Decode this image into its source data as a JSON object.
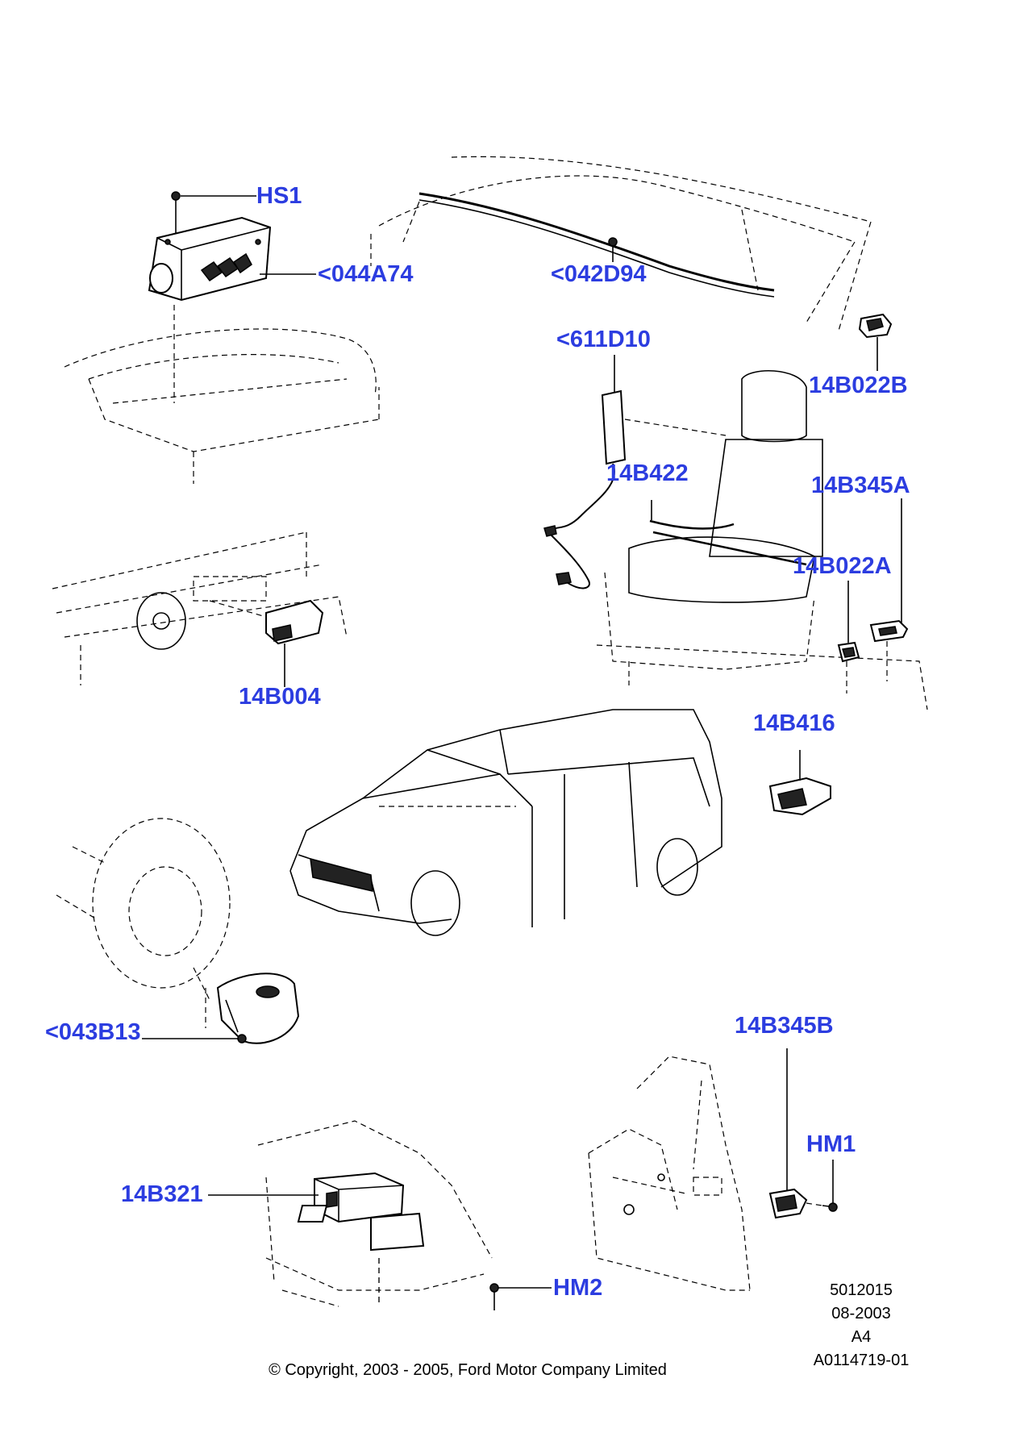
{
  "callouts": {
    "hs1": "HS1",
    "p044a74": "<044A74",
    "p042d94": "<042D94",
    "p611d10": "<611D10",
    "p14b022b": "14B022B",
    "p14b422": "14B422",
    "p14b345a": "14B345A",
    "p14b022a": "14B022A",
    "p14b004": "14B004",
    "p14b416": "14B416",
    "p043b13": "<043B13",
    "p14b345b": "14B345B",
    "hm1": "HM1",
    "p14b321": "14B321",
    "hm2": "HM2"
  },
  "reference": {
    "number": "5012015",
    "date": "08-2003",
    "size": "A4",
    "drawing_id": "A0114719-01"
  },
  "copyright": "© Copyright, 2003 - 2005, Ford Motor Company Limited"
}
